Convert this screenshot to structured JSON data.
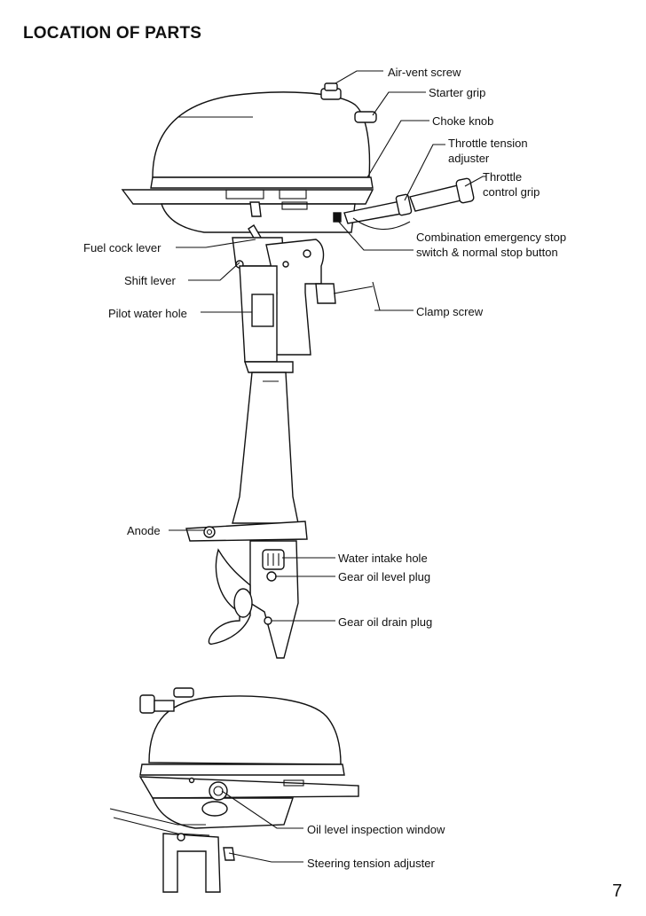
{
  "page": {
    "title": "LOCATION OF PARTS",
    "page_number": "7"
  },
  "labels": {
    "air_vent_screw": "Air-vent screw",
    "starter_grip": "Starter grip",
    "choke_knob": "Choke knob",
    "throttle_tension_adjuster": "Throttle tension adjuster",
    "throttle_control_grip": "Throttle control grip",
    "combination_switch": "Combination emergency stop switch & normal stop button",
    "fuel_cock_lever": "Fuel cock lever",
    "shift_lever": "Shift lever",
    "pilot_water_hole": "Pilot water hole",
    "clamp_screw": "Clamp screw",
    "anode": "Anode",
    "water_intake_hole": "Water intake hole",
    "gear_oil_level_plug": "Gear oil level plug",
    "gear_oil_drain_plug": "Gear oil drain plug",
    "oil_level_inspection_window": "Oil level inspection window",
    "steering_tension_adjuster": "Steering tension adjuster"
  }
}
